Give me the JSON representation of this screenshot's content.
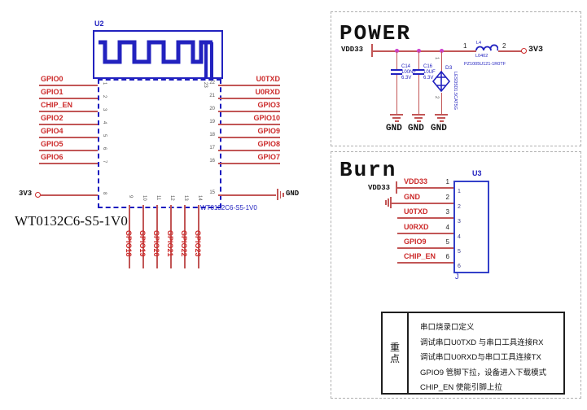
{
  "module": {
    "designator": "U2",
    "part_number": "WT0132C6-S5-1V0",
    "part_number_small": "WT0132C6-S5-1V0",
    "antenna_pin": "23",
    "left_pins": [
      {
        "num": "1",
        "name": "GPIO0"
      },
      {
        "num": "2",
        "name": "GPIO1"
      },
      {
        "num": "3",
        "name": "CHIP_EN"
      },
      {
        "num": "4",
        "name": "GPIO2"
      },
      {
        "num": "5",
        "name": "GPIO4"
      },
      {
        "num": "6",
        "name": "GPIO5"
      },
      {
        "num": "7",
        "name": "GPIO6"
      }
    ],
    "power_pin": {
      "num": "8",
      "name": "3V3"
    },
    "right_pins": [
      {
        "num": "22",
        "name": "U0TXD"
      },
      {
        "num": "21",
        "name": "U0RXD"
      },
      {
        "num": "20",
        "name": "GPIO3"
      },
      {
        "num": "19",
        "name": "GPIO10"
      },
      {
        "num": "18",
        "name": "GPIO9"
      },
      {
        "num": "17",
        "name": "GPIO8"
      },
      {
        "num": "16",
        "name": "GPIO7"
      }
    ],
    "gnd_pin": {
      "num": "15",
      "name": "GND"
    },
    "bottom_pins": [
      {
        "num": "9",
        "name": "GPIO18"
      },
      {
        "num": "10",
        "name": "GPIO19"
      },
      {
        "num": "11",
        "name": "GPIO20"
      },
      {
        "num": "12",
        "name": "GPIO21"
      },
      {
        "num": "13",
        "name": "GPIO22"
      },
      {
        "num": "14",
        "name": "GPIO23"
      }
    ]
  },
  "power": {
    "title": "POWER",
    "input_net": "VDD33",
    "output_net": "3V3",
    "capacitors": [
      {
        "ref": "C14",
        "value": "100NF",
        "voltage": "6.3V"
      },
      {
        "ref": "C16",
        "value": "10UF",
        "voltage": "6.3V"
      }
    ],
    "diode": {
      "ref": "D3",
      "part": "LESD5D1.5CAT5G",
      "pin_top": "1",
      "pin_bottom": "2"
    },
    "inductor": {
      "ref": "L4",
      "footprint": "L0402",
      "part": "PZ1005U121-1R0TF",
      "pin_left": "1",
      "pin_right": "2"
    },
    "gnd_labels": [
      "GND",
      "GND",
      "GND"
    ]
  },
  "burn": {
    "title": "Burn",
    "input_net": "VDD33",
    "connector": {
      "designator": "U3",
      "suffix": "J",
      "pins": [
        {
          "num": "1",
          "net": "VDD33"
        },
        {
          "num": "2",
          "net": "GND"
        },
        {
          "num": "3",
          "net": "U0TXD"
        },
        {
          "num": "4",
          "net": "U0RXD"
        },
        {
          "num": "5",
          "net": "GPIO9"
        },
        {
          "num": "6",
          "net": "CHIP_EN"
        }
      ]
    }
  },
  "notes": {
    "side_label": "重点",
    "lines": [
      "串口烧录口定义",
      "调试串口U0TXD 与串口工具连接RX",
      "调试串口U0RXD与串口工具连接TX",
      "GPIO9 管脚下拉，设备进入下载模式",
      "CHIP_EN 使能引脚上拉"
    ]
  },
  "colors": {
    "wire": "#c25656",
    "net_label": "#cc2a2a",
    "component_blue": "#2222bf",
    "junction": "#cc3fcc",
    "box_border": "#b0b0b0"
  }
}
